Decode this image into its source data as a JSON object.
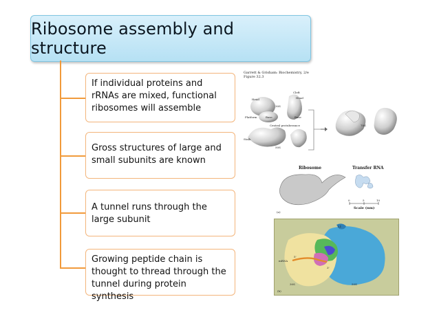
{
  "slide": {
    "title": "Ribosome assembly  and structure",
    "bullets": [
      "If individual proteins and rRNAs are mixed, functional ribosomes will assemble",
      "Gross structures of large and small subunits are known",
      "A tunnel runs through the large subunit",
      "Growing peptide chain is thought to thread through the tunnel during protein synthesis"
    ]
  },
  "figures": {
    "top": {
      "citation_line1": "Garrett & Grisham: Biochemistry, 2/e",
      "citation_line2": "Figure 32.3",
      "labels": [
        "Head",
        "Cleft",
        "Head",
        "30S",
        "Base",
        "Base",
        "Platform",
        "Central protuberance",
        "Stalk",
        "50S",
        "70S"
      ]
    },
    "middle": {
      "label_ribosome": "Ribosome",
      "label_trna": "Transfer RNA",
      "panel": "(a)",
      "scale_ticks": [
        "0",
        "5",
        "10"
      ],
      "scale_label": "Scale (nm)"
    },
    "bottom": {
      "panel": "(b)",
      "labels": [
        "L1",
        "mRNA",
        "30S",
        "50S",
        "5'",
        "3'"
      ]
    }
  }
}
